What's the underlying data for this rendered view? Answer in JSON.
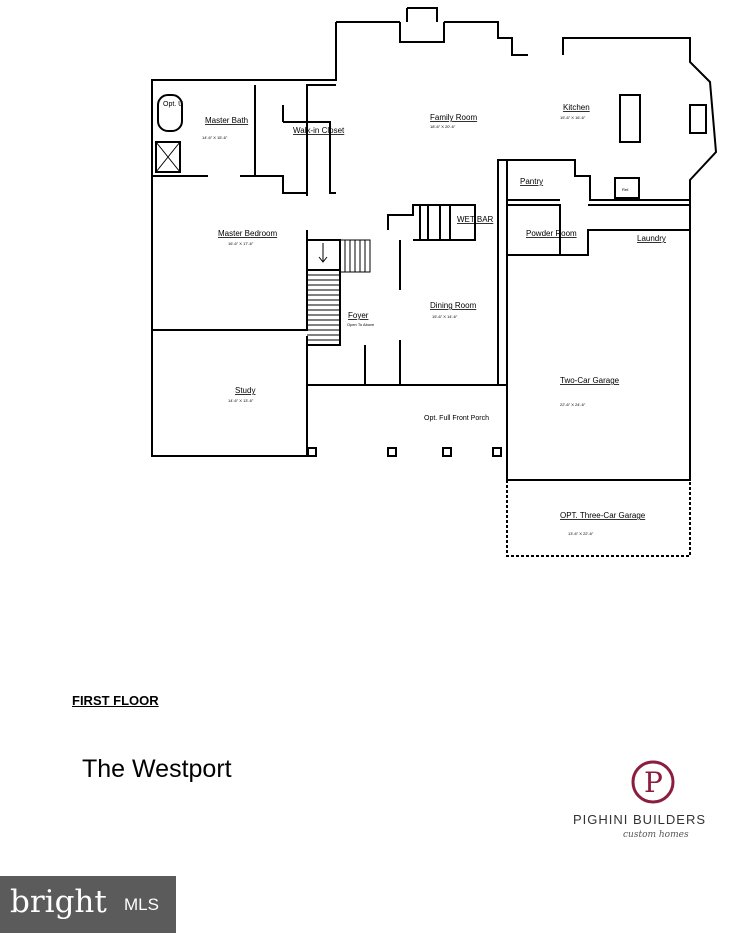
{
  "floor_heading": "FIRST FLOOR",
  "model_name": "The Westport",
  "builder": {
    "name": "PIGHINI BUILDERS",
    "tagline": "custom homes",
    "logo_letter": "P",
    "color": "#8b1e3f"
  },
  "watermark": {
    "text": "bright",
    "suffix": "MLS"
  },
  "rooms": {
    "master_bath": {
      "name": "Master Bath",
      "dim": "14'-6\" X 15'-6\""
    },
    "walk_in": {
      "name": "Walk-in Closet"
    },
    "family_room": {
      "name": "Family Room",
      "dim": "18'-6\" X 20'-6\""
    },
    "kitchen": {
      "name": "Kitchen",
      "dim": "15'-6\" X 16'-6\""
    },
    "pantry": {
      "name": "Pantry"
    },
    "powder": {
      "name": "Powder Room"
    },
    "laundry": {
      "name": "Laundry"
    },
    "wet_bar": {
      "name": "WET BAR"
    },
    "master_bedroom": {
      "name": "Master Bedroom",
      "dim": "16'-6\" X 17'-6\""
    },
    "foyer": {
      "name": "Foyer",
      "sub": "Open To Above"
    },
    "dining": {
      "name": "Dining Room",
      "dim": "15'-6\" X 14'-6\""
    },
    "study": {
      "name": "Study",
      "dim": "14'-6\" X 13'-6\""
    },
    "garage2": {
      "name": "Two-Car Garage",
      "dim": "22'-6\" X 24'-6\""
    },
    "garage3": {
      "name": "OPT. Three-Car Garage",
      "dim": "13'-6\" X 22'-6\""
    },
    "porch": {
      "name": "Opt. Full Front Porch"
    },
    "tub": {
      "name": "Opt. U"
    },
    "ref": "Ref."
  }
}
